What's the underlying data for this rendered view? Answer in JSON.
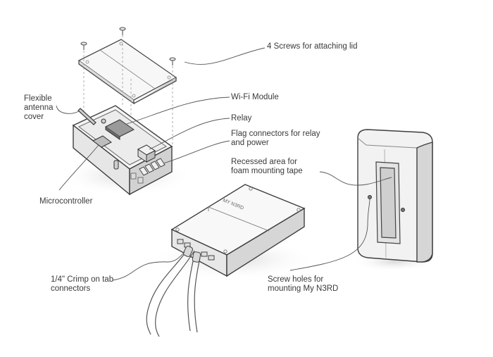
{
  "labels": {
    "screws": "4 Screws for attaching lid",
    "antenna_l1": "Flexible",
    "antenna_l2": "antenna",
    "antenna_l3": "cover",
    "wifi": "Wi-Fi Module",
    "relay": "Relay",
    "flag_l1": "Flag connectors for relay",
    "flag_l2": "and power",
    "recessed_l1": "Recessed area for",
    "recessed_l2": "foam mounting tape",
    "micro": "Microcontroller",
    "crimp_l1": "1/4\" Crimp on tab",
    "crimp_l2": "connectors",
    "holes_l1": "Screw holes for",
    "holes_l2": "mounting My N3RD"
  },
  "device_brand": "MY N3RD",
  "colors": {
    "ink": "#3a3a3a",
    "line": "#555555",
    "shade": "#c8c8c8",
    "board": "#9a9a9a"
  }
}
